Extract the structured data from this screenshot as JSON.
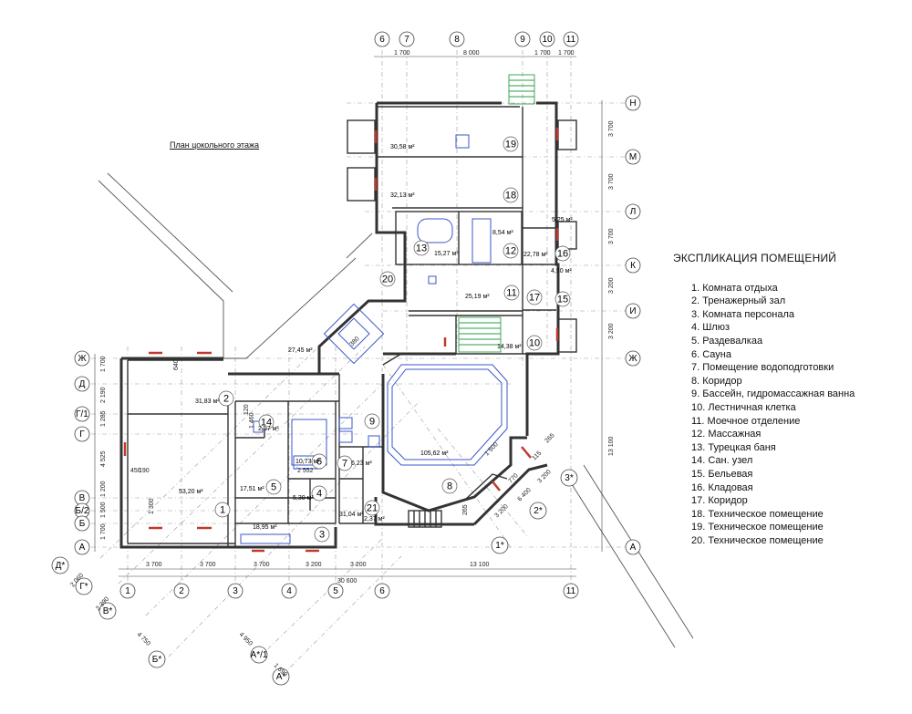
{
  "plan_title": "План цокольного этажа",
  "legend": {
    "title": "ЭКСПЛИКАЦИЯ ПОМЕЩЕНИЙ",
    "items": [
      "1. Комната отдыха",
      "2. Тренажерный зал",
      "3. Комната персонала",
      "4. Шлюз",
      "5. Раздевалкаа",
      "6. Сауна",
      "7. Помещение водоподготовки",
      "8. Коридор",
      "9. Бассейн, гидромассажная ванна",
      "10. Лестничная клетка",
      "11. Моечное отделение",
      "12. Массажная",
      "13. Турецкая баня",
      "14. Сан. узел",
      "15. Бельевая",
      "16. Кладовая",
      "17. Коридор",
      "18. Техническое помещение",
      "19. Техническое помещение",
      "20. Техническое помещение"
    ]
  },
  "axes_top": [
    "6",
    "7",
    "8",
    "9",
    "10",
    "11"
  ],
  "dims_top": [
    "1 700",
    "8 000",
    "1 700",
    "1 700"
  ],
  "axes_bottom": [
    "1",
    "2",
    "3",
    "4",
    "5",
    "6",
    "11"
  ],
  "dims_bottom": [
    "3 700",
    "3 700",
    "3 700",
    "3 200",
    "3 200",
    "13 100"
  ],
  "dim_total": "30 600",
  "axes_right": [
    "Н",
    "М",
    "Л",
    "К",
    "И",
    "Ж",
    "А"
  ],
  "dims_right": [
    "3 700",
    "3 700",
    "3 700",
    "3 200",
    "3 200",
    "13 100"
  ],
  "axes_left": [
    "Ж",
    "Д",
    "Г/1",
    "Г",
    "В",
    "Б/2",
    "Б",
    "А"
  ],
  "dims_left": [
    "1 700",
    "2 190",
    "1 285",
    "4 525",
    "1 200",
    "1 500",
    "1 700"
  ],
  "axes_diag_left": [
    "Д*",
    "Г*",
    "В*",
    "Б*",
    "А*/1",
    "А*"
  ],
  "dims_diag_left": [
    "2 060",
    "2 390",
    "4 750",
    "4 950",
    "1 690"
  ],
  "axes_diag_right": [
    "1*",
    "2*",
    "3*"
  ],
  "dims_diag_right": [
    "3 200",
    "6 400",
    "3 200",
    "265",
    "115"
  ],
  "rooms": [
    {
      "n": "1",
      "area": "53,20 м²"
    },
    {
      "n": "2",
      "area": "31,83 м²"
    },
    {
      "n": "3",
      "area": "18,95 м²"
    },
    {
      "n": "4",
      "area": "5,30 м²"
    },
    {
      "n": "5",
      "area": "17,51 м²"
    },
    {
      "n": "6",
      "area": "10,73 м²"
    },
    {
      "n": "7",
      "area": "6,23 м²"
    },
    {
      "n": "8",
      "area": "105,62 м²"
    },
    {
      "n": "9",
      "area": ""
    },
    {
      "n": "10",
      "area": "14,38 м²"
    },
    {
      "n": "11",
      "area": "25,19 м²"
    },
    {
      "n": "12",
      "area": "8,54 м²"
    },
    {
      "n": "13",
      "area": "15,27 м²"
    },
    {
      "n": "14",
      "area": "2,97 м²"
    },
    {
      "n": "15",
      "area": "4,50 м²"
    },
    {
      "n": "16",
      "area": "5,25 м²"
    },
    {
      "n": "17",
      "area": "22,78 м²"
    },
    {
      "n": "18",
      "area": "32,13 м²"
    },
    {
      "n": "19",
      "area": "30,58 м²"
    },
    {
      "n": "20",
      "area": "27,45 м²"
    },
    {
      "n": "21",
      "area": "2,37 м²"
    },
    {
      "n": "",
      "area": "31,04 м²"
    }
  ],
  "small_dims": [
    "640",
    "190",
    "450",
    "380",
    "770",
    "1 500",
    "120",
    "1 460",
    "2 552",
    "1 300",
    "265"
  ],
  "colors": {
    "wall": "#333333",
    "window": "#c0392b",
    "equip": "#3b57c8",
    "stair": "#2e9e4a",
    "grid": "#9a9a9a"
  }
}
